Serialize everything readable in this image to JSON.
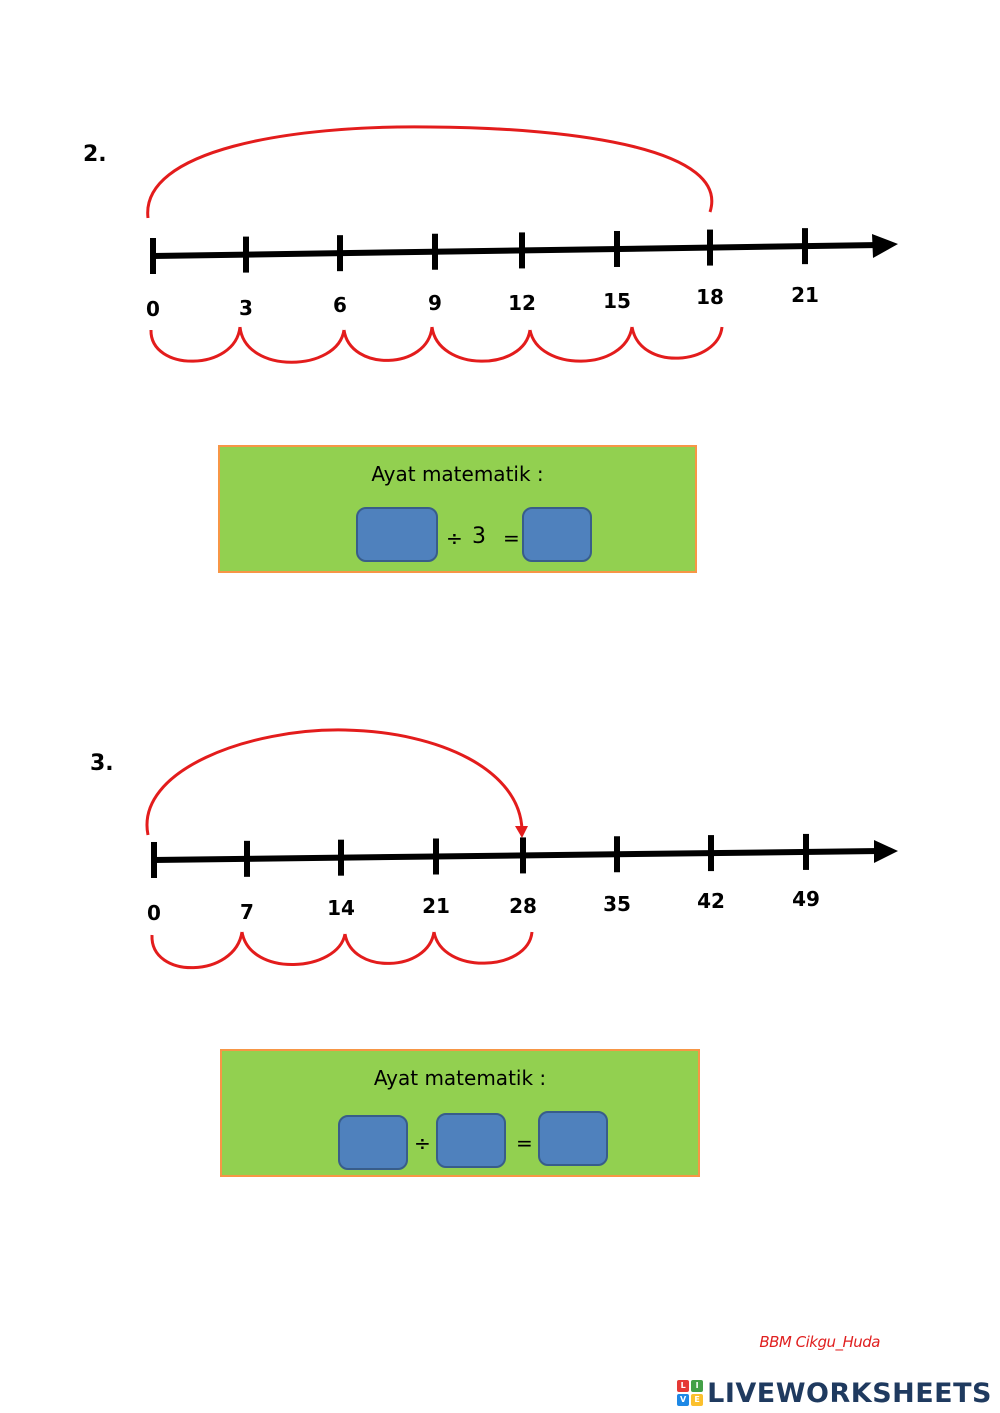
{
  "questions": [
    {
      "number": "2.",
      "ticks": [
        "0",
        "3",
        "6",
        "9",
        "12",
        "15",
        "18",
        "21"
      ],
      "hops": 6,
      "math": {
        "title": "Ayat matematik :",
        "divide_symbol": "÷",
        "divisor": "3",
        "equals_symbol": "="
      }
    },
    {
      "number": "3.",
      "ticks": [
        "0",
        "7",
        "14",
        "21",
        "28",
        "35",
        "42",
        "49"
      ],
      "hops": 4,
      "math": {
        "title": "Ayat matematik :",
        "divide_symbol": "÷",
        "equals_symbol": "="
      }
    }
  ],
  "credit": "BBM Cikgu_Huda",
  "footer": {
    "brand": "LIVEWORKSHEETS",
    "logo_letters": [
      "L",
      "I",
      "V",
      "E"
    ]
  },
  "colors": {
    "arc": "#e31c1c",
    "line": "#000000",
    "math_box_fill": "#92d050",
    "math_box_border": "#f79646",
    "answer_box": "#4f81bd"
  }
}
